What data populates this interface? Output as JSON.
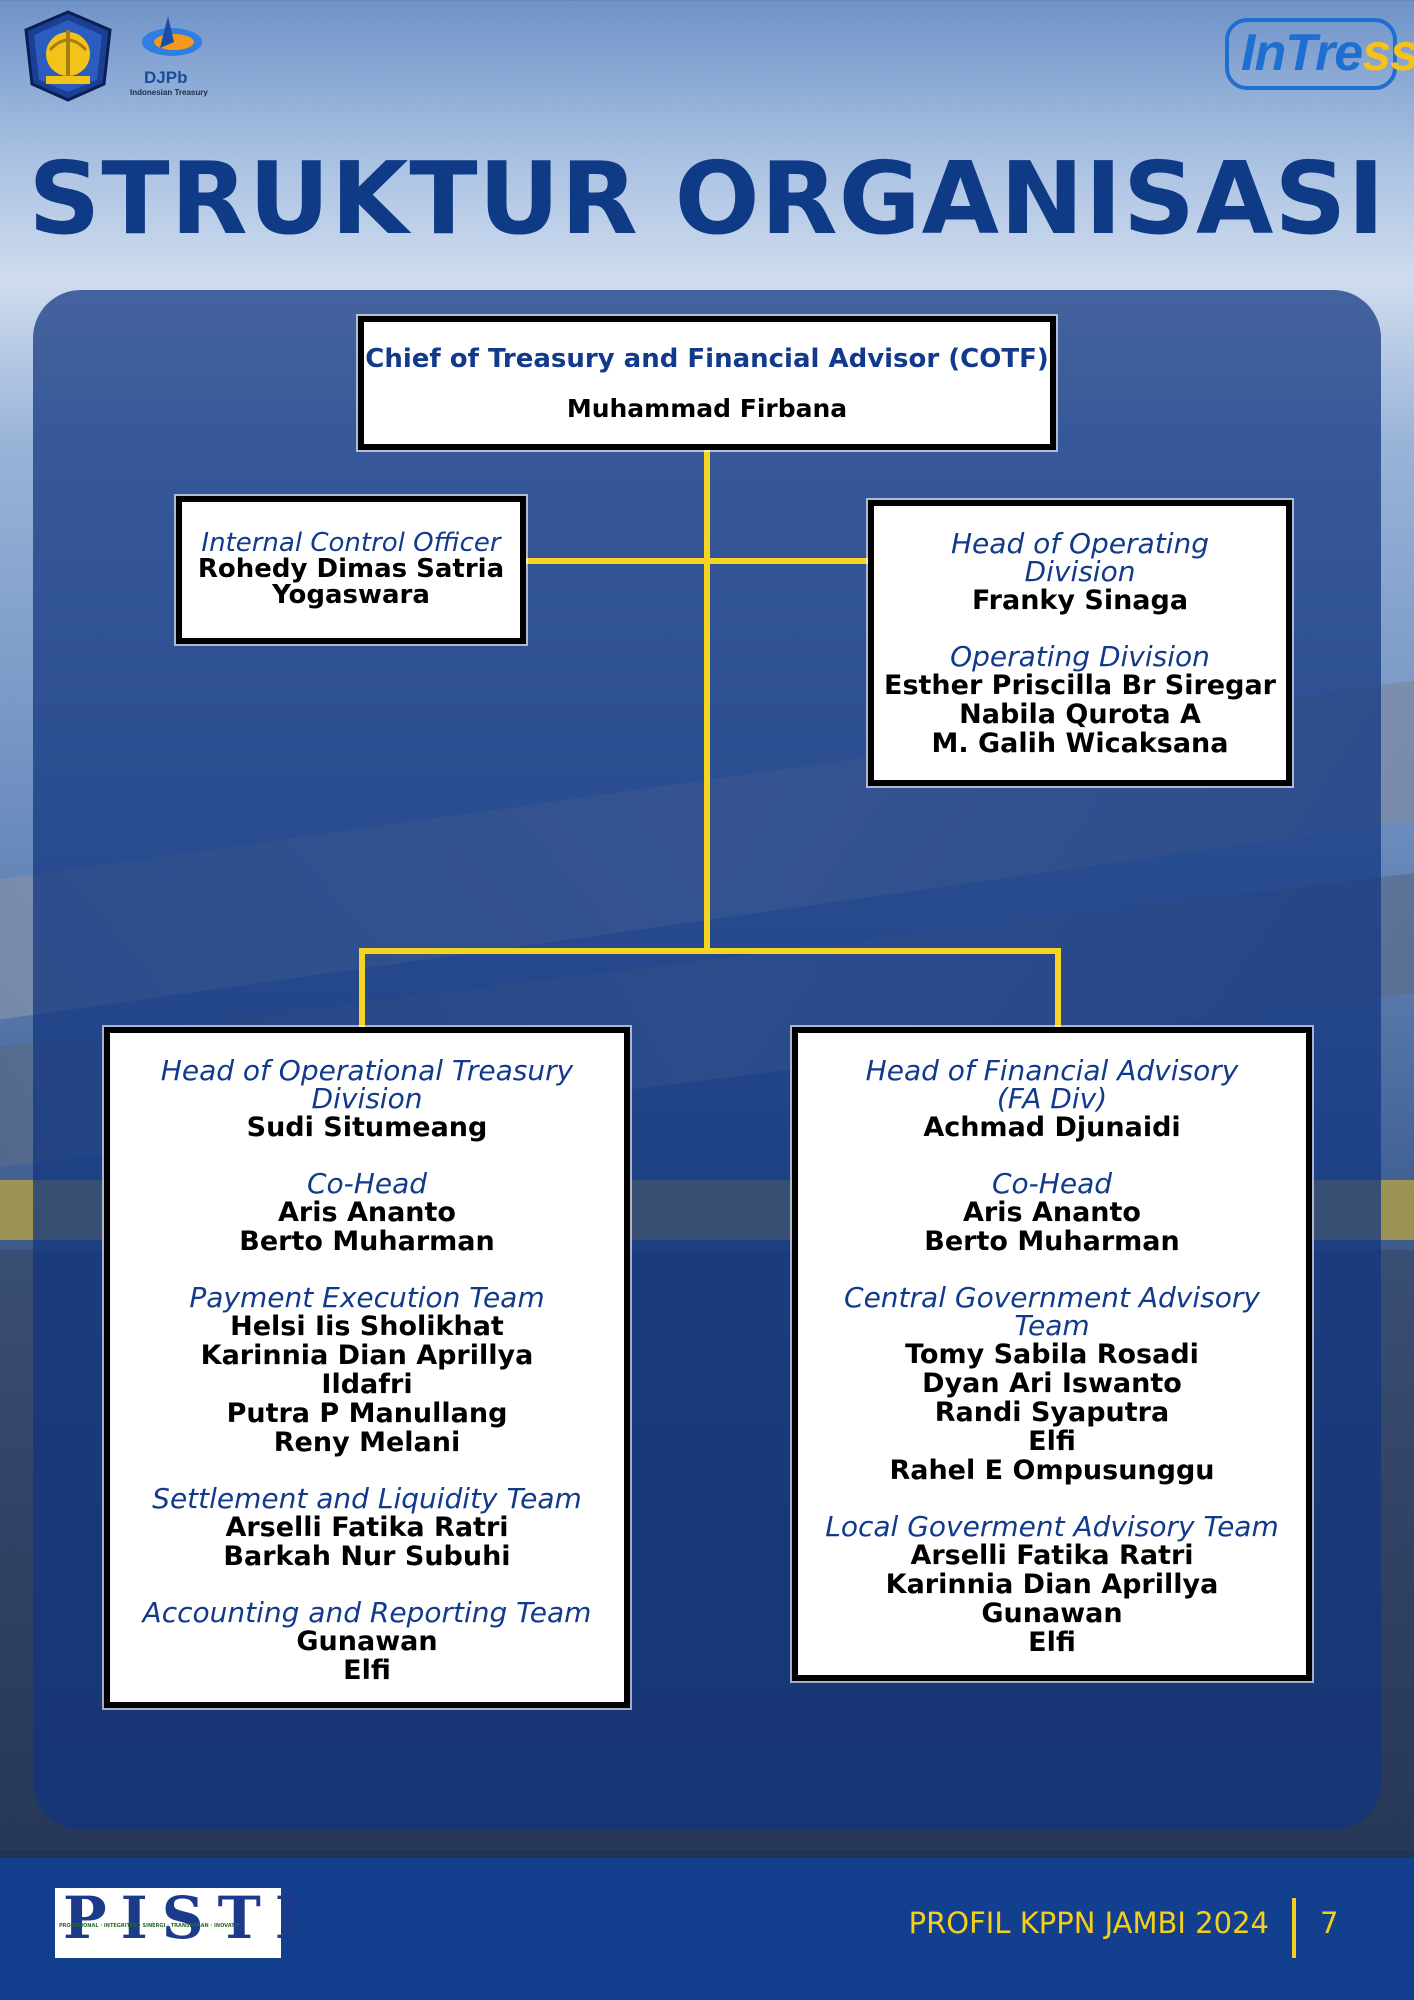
{
  "header": {
    "djpb_logo_text": "DJPb",
    "djpb_logo_sub": "Indonesian Treasury",
    "intress_logo_main": "InTre",
    "intress_logo_tail": "ss"
  },
  "page_title": "STRUKTUR ORGANISASI",
  "org": {
    "cotf": {
      "title": "Chief of Treasury and Financial Advisor (COTF)",
      "name": "Muhammad Firbana"
    },
    "ico": {
      "role": "Internal Control Officer",
      "names": [
        "Rohedy Dimas Satria",
        "Yogaswara"
      ]
    },
    "hod": {
      "role_lines": [
        "Head of Operating",
        "Division"
      ],
      "head": "Franky Sinaga",
      "team_role": "Operating Division",
      "members": [
        "Esther Priscilla Br Siregar",
        "Nabila Qurota A",
        "M. Galih Wicaksana"
      ]
    },
    "otd": {
      "role_lines": [
        "Head of Operational Treasury",
        "Division"
      ],
      "head": "Sudi Situmeang",
      "cohead_role": "Co-Head",
      "coheads": [
        "Aris Ananto",
        "Berto Muharman"
      ],
      "pet_role": "Payment Execution Team",
      "pet_members": [
        "Helsi Iis Sholikhat",
        "Karinnia Dian Aprillya",
        "Ildafri",
        "Putra P Manullang",
        "Reny Melani"
      ],
      "slt_role": "Settlement and Liquidity Team",
      "slt_members": [
        "Arselli Fatika Ratri",
        "Barkah Nur Subuhi"
      ],
      "art_role": "Accounting and Reporting Team",
      "art_members": [
        "Gunawan",
        "Elfi"
      ]
    },
    "fad": {
      "role_lines": [
        "Head of Financial Advisory",
        "(FA Div)"
      ],
      "head": "Achmad Djunaidi",
      "cohead_role": "Co-Head",
      "coheads": [
        "Aris Ananto",
        "Berto Muharman"
      ],
      "cgat_role_lines": [
        "Central Government Advisory",
        "Team"
      ],
      "cgat_members": [
        "Tomy Sabila Rosadi",
        "Dyan Ari Iswanto",
        "Randi Syaputra",
        "Elfi",
        "Rahel E Ompusunggu"
      ],
      "lgat_role": "Local Goverment Advisory Team",
      "lgat_members": [
        "Arselli Fatika Ratri",
        "Karinnia Dian Aprillya",
        "Gunawan",
        "Elfi"
      ]
    }
  },
  "footer": {
    "logo_text": "PISTI",
    "logo_sub": "PROFESIONAL · INTEGRITAS · SINERGI · TRANSPARAN · INOVATIF",
    "label": "PROFIL KPPN JAMBI 2024",
    "page_number": "7"
  },
  "colors": {
    "title_blue": "#0f3a86",
    "connector_yellow": "#f7d420",
    "footer_blue": "#12408f"
  }
}
